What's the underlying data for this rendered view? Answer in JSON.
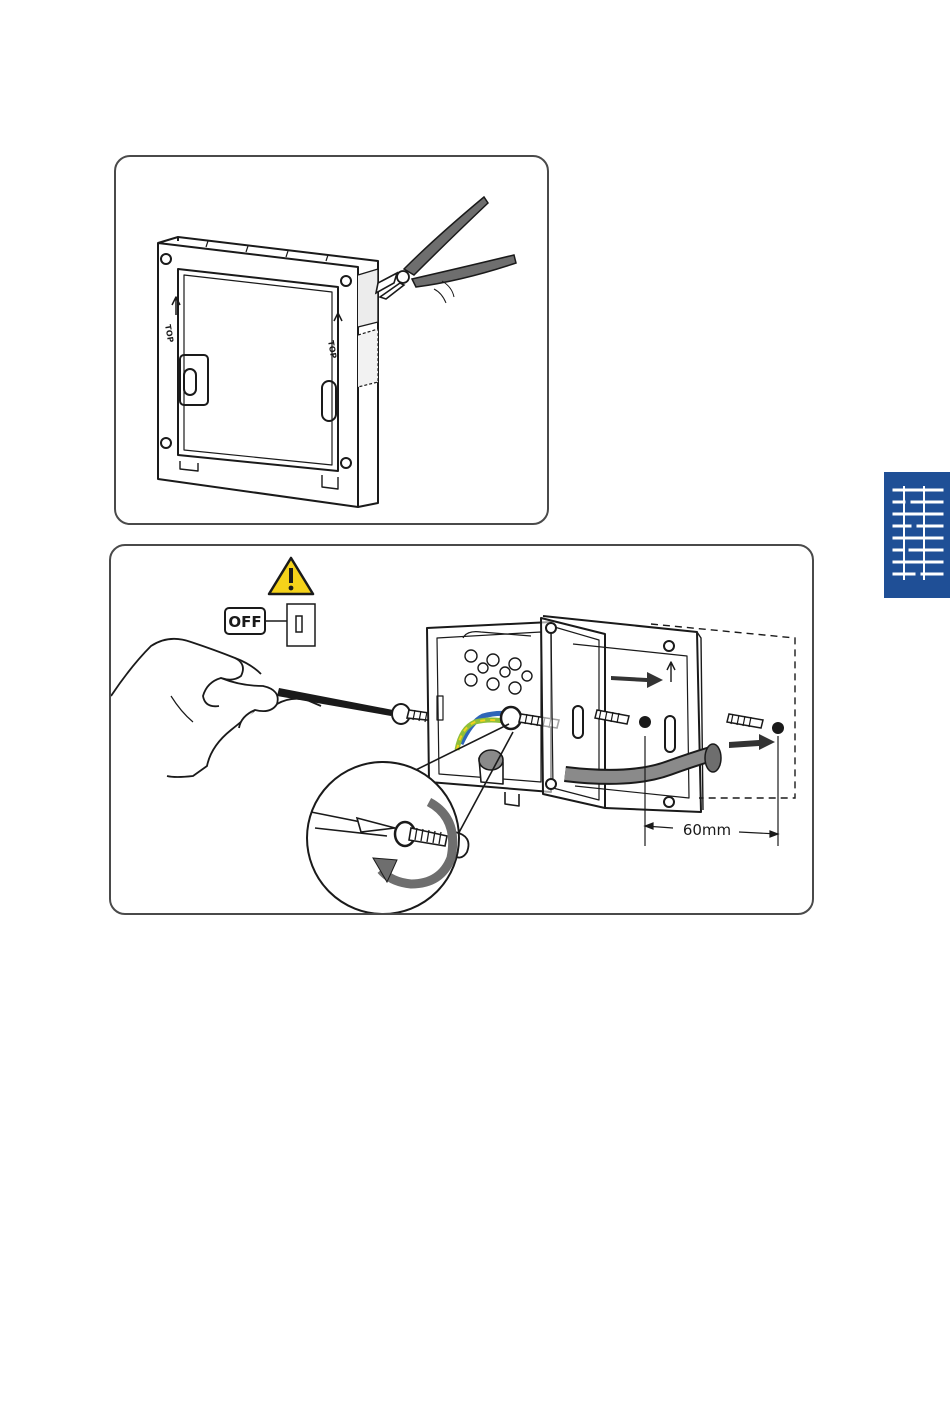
{
  "figure_1": {
    "frame_labels": [
      "TOP",
      "TOP"
    ]
  },
  "figure_2": {
    "switch_label": "OFF",
    "dimension_label": "60mm"
  },
  "side_tab": {
    "icon": "manual-section-icon",
    "color": "#1f4f96"
  },
  "colors": {
    "line": "#1a1a1a",
    "tool_grey": "#6e6e6e",
    "cable_grey": "#8a8a8a",
    "wire_green": "#8fbf3a",
    "wire_blue": "#2f66b8",
    "warning_yellow": "#f5d21a"
  }
}
